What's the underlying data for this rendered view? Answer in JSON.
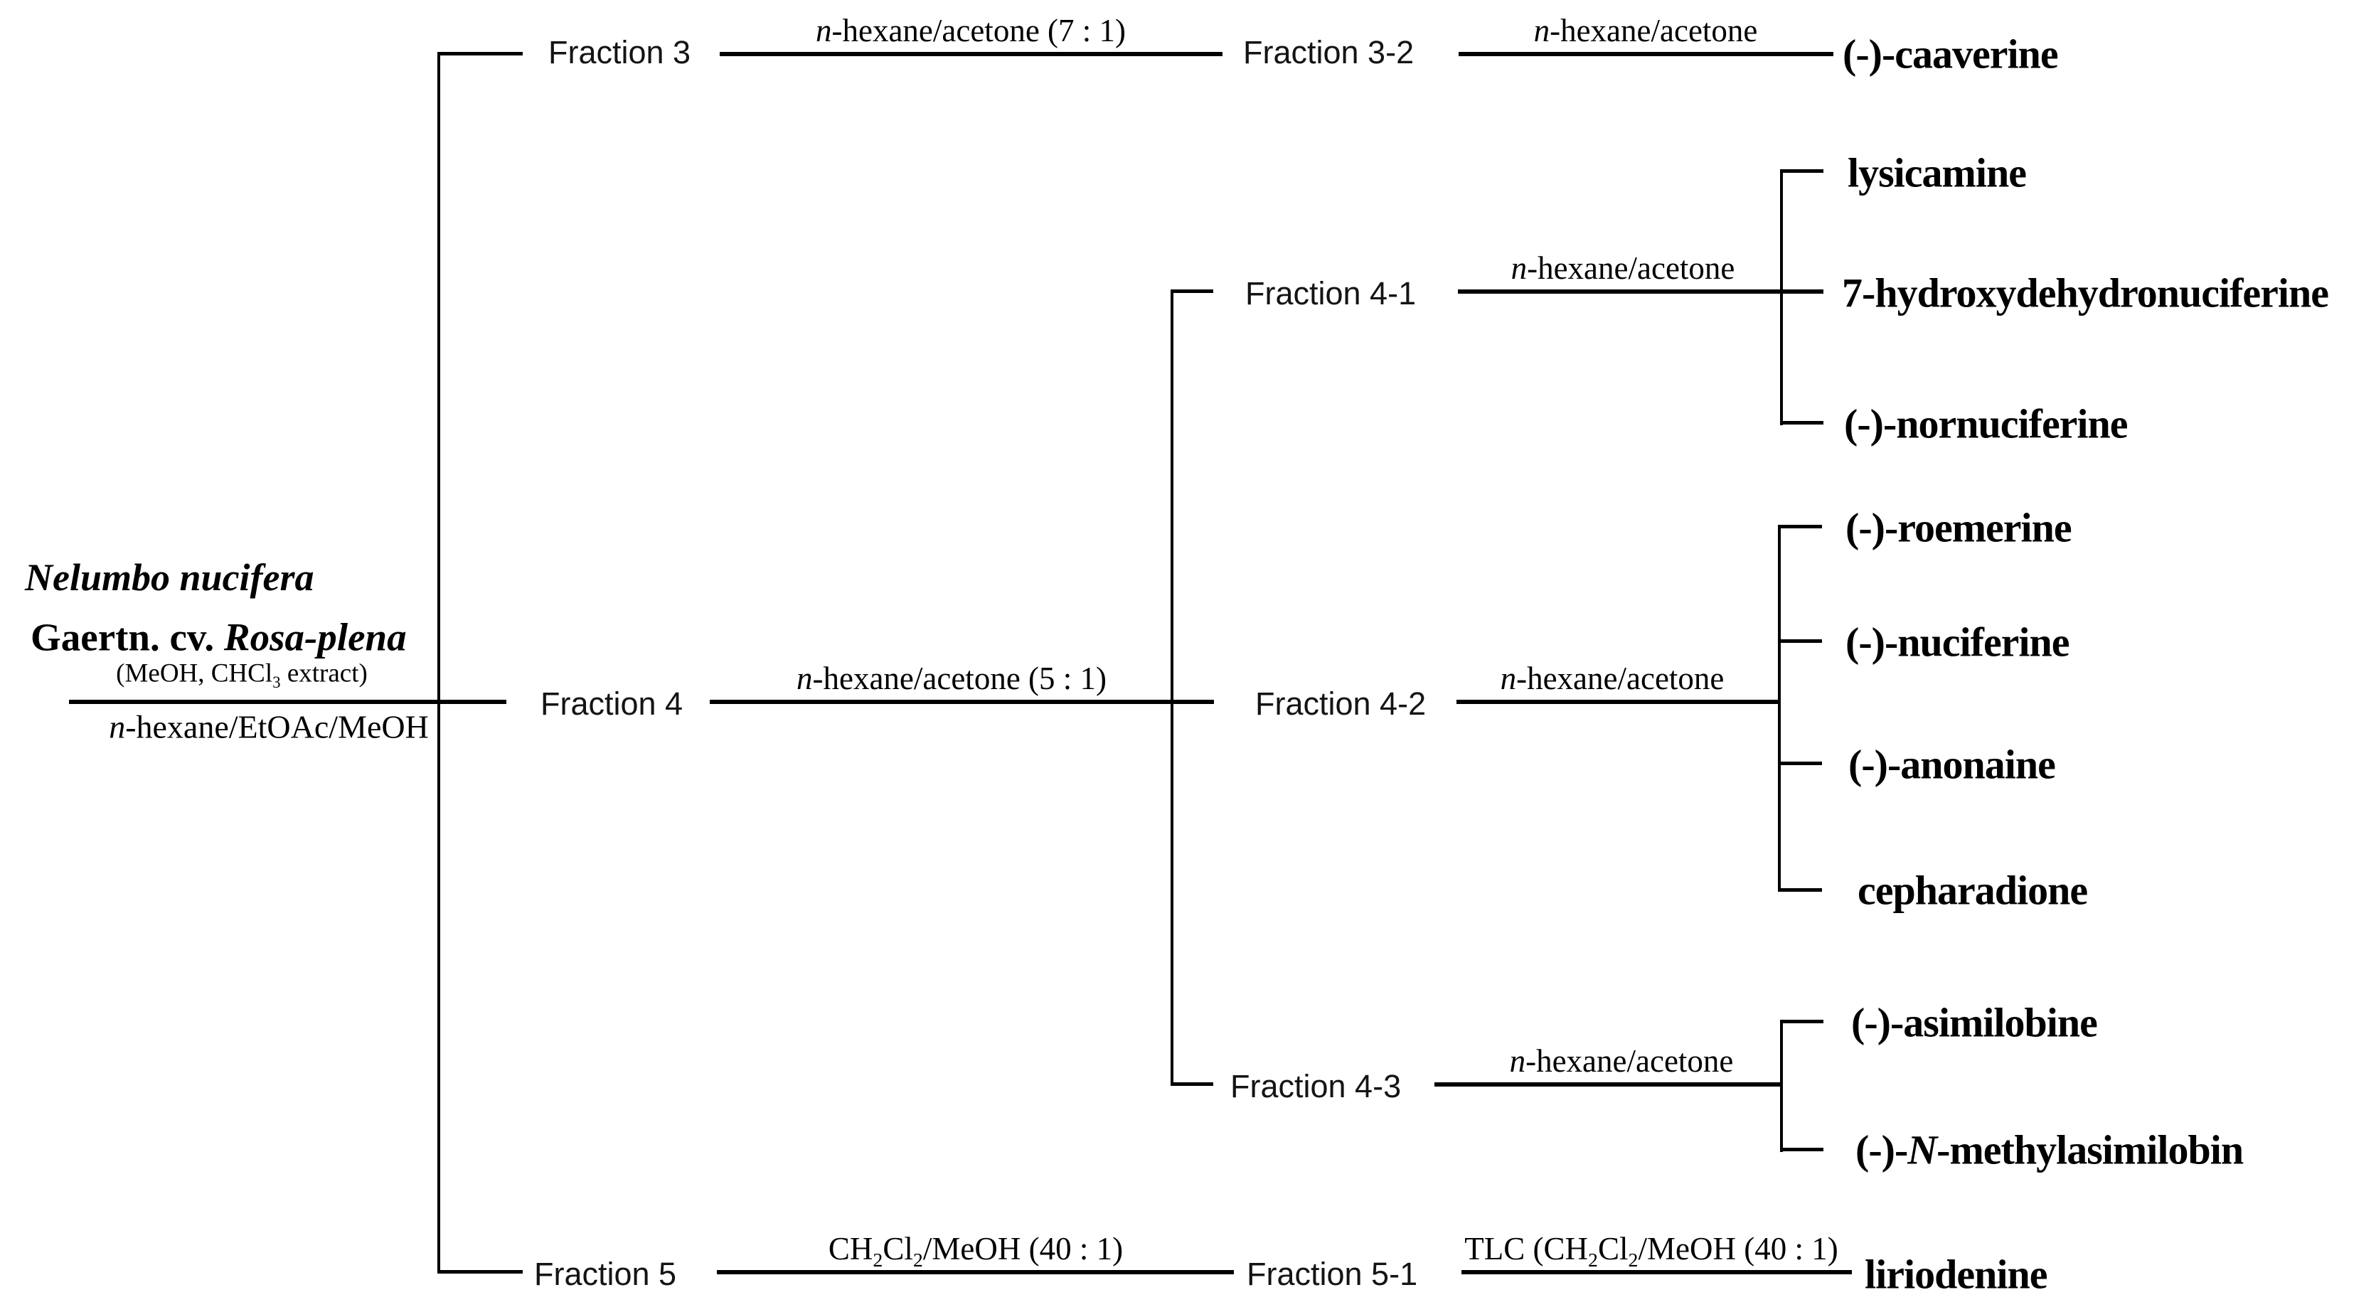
{
  "colors": {
    "ink": "#000000",
    "background": "#ffffff"
  },
  "source": {
    "name_line1": "Nelumbo nucifera",
    "name_line2_html": "Gaertn. cv. <i>Rosa-plena</i>",
    "extract_note_html": "(MeOH, CHCl<sub>3</sub> extract)",
    "column_solvent_html": "<i>n</i>-hexane/EtOAc/MeOH"
  },
  "fraction3": {
    "label": "Fraction 3",
    "solvent_html": "<i>n</i>-hexane/acetone (7 : 1)",
    "sub": {
      "label": "Fraction 3-2",
      "solvent_html": "<i>n</i>-hexane/acetone",
      "compound": "(-)-caaverine"
    }
  },
  "fraction4": {
    "label": "Fraction 4",
    "solvent_html": "<i>n</i>-hexane/acetone (5 : 1)",
    "subs": [
      {
        "label": "Fraction 4-1",
        "solvent_html": "<i>n</i>-hexane/acetone",
        "compounds_html": [
          "lysicamine",
          "7-hydroxydehydronuciferine",
          "(-)-nornuciferine"
        ]
      },
      {
        "label": "Fraction 4-2",
        "solvent_html": "<i>n</i>-hexane/acetone",
        "compounds_html": [
          "(-)-roemerine",
          "(-)-nuciferine",
          "(-)-anonaine",
          "cepharadione"
        ]
      },
      {
        "label": "Fraction 4-3",
        "solvent_html": "<i>n</i>-hexane/acetone",
        "compounds_html": [
          "(-)-asimilobine",
          "(-)-<i>N</i>-methylasimilobin"
        ]
      }
    ]
  },
  "fraction5": {
    "label": "Fraction 5",
    "solvent_html": "CH<sub>2</sub>Cl<sub>2</sub>/MeOH (40 : 1)",
    "sub": {
      "label": "Fraction 5-1",
      "solvent_html": "TLC (CH<sub>2</sub>Cl<sub>2</sub>/MeOH (40 : 1)",
      "compound": "liriodenine"
    }
  }
}
